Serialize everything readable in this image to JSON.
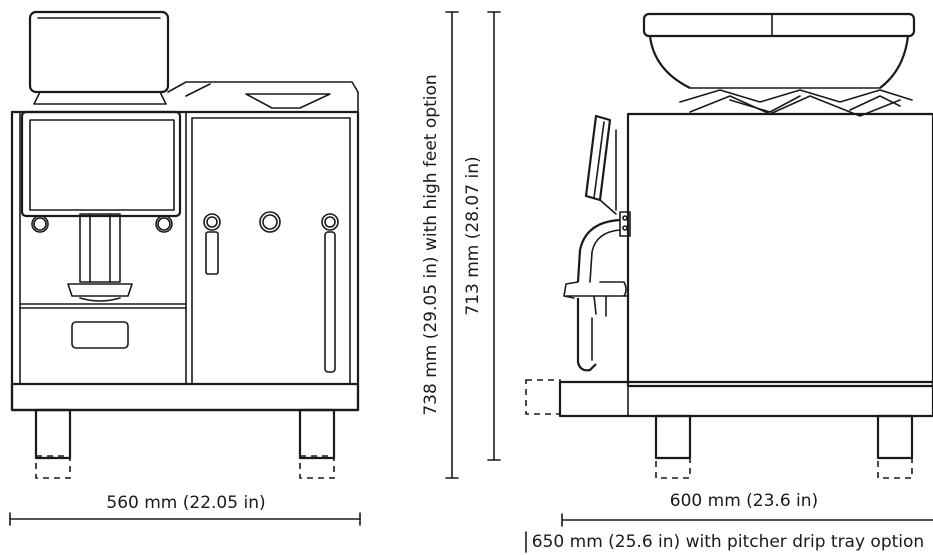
{
  "dimensions": {
    "front_width": "560 mm (22.05 in)",
    "side_depth": "600 mm (23.6 in)",
    "side_depth_pitcher": "650 mm (25.6 in) with pitcher drip tray option",
    "height": "713 mm (28.07 in)",
    "height_high_feet": "738 mm (29.05 in) with high feet option"
  },
  "colors": {
    "line": "#1a1a1a",
    "background": "#ffffff"
  }
}
